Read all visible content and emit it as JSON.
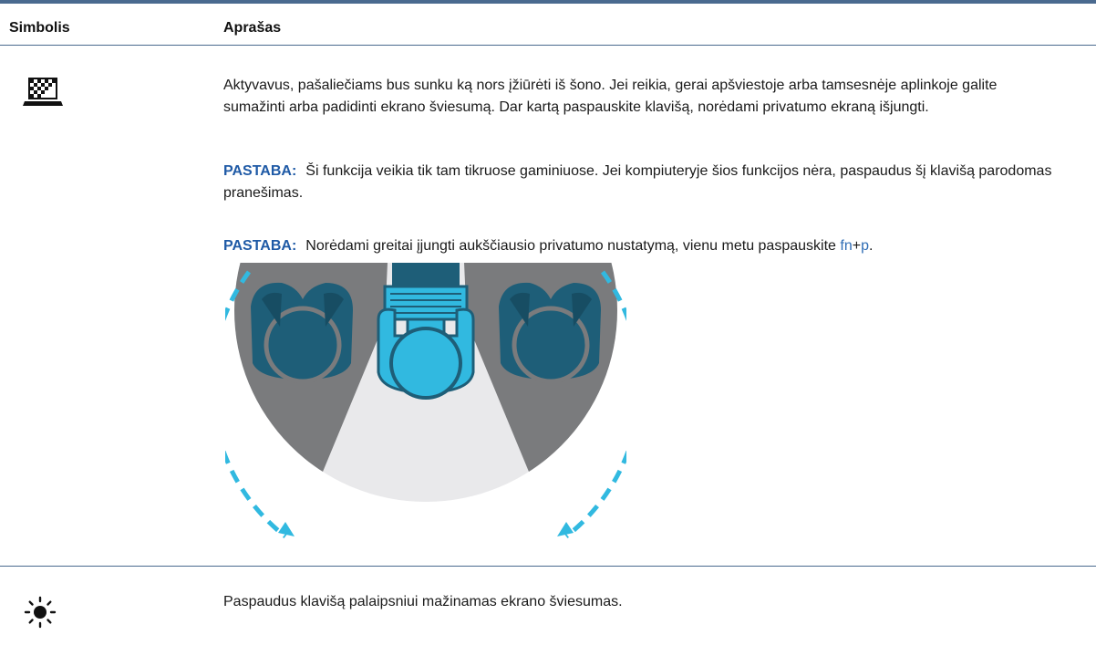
{
  "table": {
    "header_symbol": "Simbolis",
    "header_description": "Aprašas"
  },
  "rows": [
    {
      "icon": "privacy-screen-icon",
      "paragraphs": [
        "Aktyvavus, pašaliečiams bus sunku ką nors įžiūrėti iš šono. Jei reikia, gerai apšviestoje arba tamsesnėje aplinkoje galite sumažinti arba padidinti ekrano šviesumą. Dar kartą paspauskite klavišą, norėdami privatumo ekraną išjungti."
      ],
      "notes": [
        {
          "label": "PASTABA:",
          "text": "Ši funkcija veikia tik tam tikruose gaminiuose. Jei kompiuteryje šios funkcijos nėra, paspaudus šį klavišą parodomas pranešimas."
        },
        {
          "label": "PASTABA:",
          "text_before": "Norėdami greitai įjungti aukščiausio privatumo nustatymą, vienu metu paspauskite ",
          "key1": "fn",
          "plus": "+",
          "key2": "p",
          "text_after": "."
        }
      ],
      "illustration": "privacy-viewing-angle-illustration"
    },
    {
      "icon": "brightness-down-icon",
      "paragraphs": [
        "Paspaudus klavišą palaipsniui mažinamas ekrano šviesumas."
      ]
    }
  ],
  "colors": {
    "rule": "#4a6a8f",
    "note_label": "#1f5aa6",
    "key_text": "#2f6db5",
    "figure_dark": "#1e5e78",
    "figure_light": "#31b9e0",
    "shadow_gray": "#7a7b7d",
    "light_area": "#e9e9eb"
  }
}
